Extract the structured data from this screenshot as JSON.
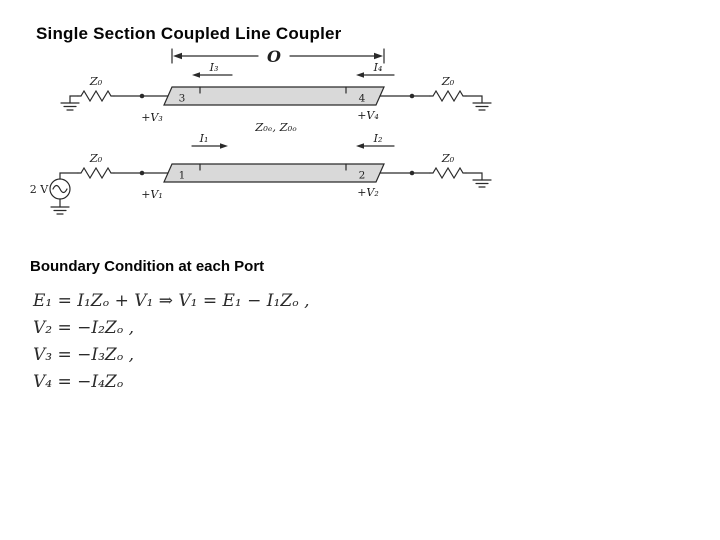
{
  "slide": {
    "title": "Single Section Coupled Line Coupler",
    "boundary_heading": "Boundary Condition at each Port"
  },
  "diagram": {
    "theta": "O",
    "source_label": "2 V",
    "z0": "Z₀",
    "mode_impedance": "Z₀ₑ, Z₀ₒ",
    "ports": {
      "p1": "1",
      "p2": "2",
      "p3": "3",
      "p4": "4"
    },
    "currents": {
      "i1": "I₁",
      "i2": "I₂",
      "i3": "I₃",
      "i4": "I₄"
    },
    "voltages": {
      "v1": "+V₁",
      "v2": "+V₂",
      "v3": "+V₃",
      "v4": "+V₄"
    }
  },
  "equations": [
    "E₁ = I₁Zₒ + V₁ ⇒ V₁ = E₁ − I₁Zₒ ,",
    "V₂ = −I₂Zₒ ,",
    "V₃ = −I₃Zₒ ,",
    "V₄ = −I₄Zₒ"
  ]
}
